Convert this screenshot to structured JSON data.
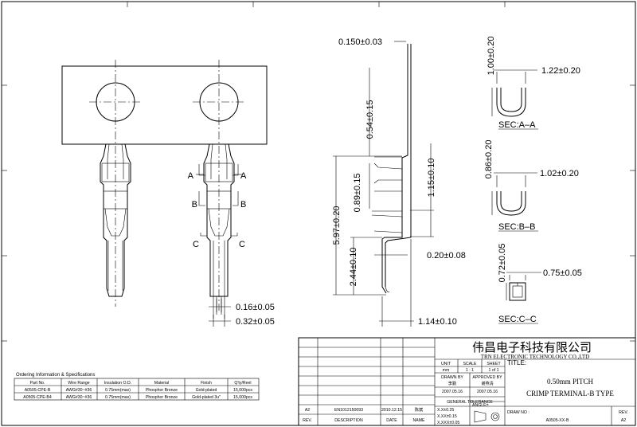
{
  "dimensions": {
    "thickness": "0.150±0.03",
    "upper_len": "0.54±0.15",
    "mid_len": "0.89±0.15",
    "right_len": "1.15±0.10",
    "total_len": "5.97±0.20",
    "lower_len": "2.44±0.10",
    "step": "0.20±0.08",
    "width_bottom": "1.14±0.10",
    "pin_width_a": "0.16±0.05",
    "pin_width_b": "0.32±0.05"
  },
  "section_markers": {
    "a": "A",
    "b": "B",
    "c": "C"
  },
  "sections": [
    {
      "height": "1.00±0.20",
      "width": "1.22±0.20",
      "label": "SEC:A–A"
    },
    {
      "height": "0.86±0.20",
      "width": "1.02±0.20",
      "label": "SEC:B–B"
    },
    {
      "height": "0.72±0.05",
      "width": "0.75±0.05",
      "label": "SEC:C–C"
    }
  ],
  "ordering": {
    "title": "Ordering Information & Specifications",
    "headers": [
      "Part No.",
      "Wire Range",
      "Insulation O.D.",
      "Material",
      "Finish",
      "Q'ty/Reel"
    ],
    "rows": [
      [
        "A0505-CPE-B",
        "AWG#30~#36",
        "0.75mm(max)",
        "Phosphor Bronze",
        "Gold-plated",
        "15,000pcs"
      ],
      [
        "A0505-CPE-B4",
        "AWG#30~#36",
        "0.75mm(max)",
        "Phosphor Bronze",
        "Gold-plated 3u\"",
        "15,000pcs"
      ]
    ]
  },
  "title_block": {
    "company_cn": "伟昌电子科技有限公司",
    "company_en": "TRN ELECTRONIC TECHNOLOGY CO.,LTD",
    "unit_label": "UNIT",
    "unit_value": "mm",
    "scale_label": "SCALE",
    "scale_value": "1 : 1",
    "sheet_label": "SHEET",
    "sheet_value": "1 of 1",
    "title_label": "TITLE:",
    "title_line1": "0.50mm PITCH",
    "title_line2": "CRIMP TERMINAL-B TYPE",
    "drawn_by_label": "DRAWN BY",
    "drawn_by_name": "李勤",
    "drawn_date": "2007.05.16",
    "approved_by_label": "APPROVED BY",
    "approved_by_name": "谢燕清",
    "approved_date": "2007.05.16",
    "general_tolerance": "GENERAL TOLERANCE",
    "tol_1": "X.X±0.25",
    "tol_2": "X.XX±0.15",
    "tol_3": "X.XXX±0.05",
    "angle_tol": "ANGLE±",
    "draw_no_label": "DRAW NO :",
    "draw_no_value": "A0505-XX-B",
    "rev_label": "REV.",
    "rev_value": "A2",
    "rev_rows": [
      {
        "rev": "A2",
        "desc": "EN1012150093",
        "date": "2010.12.15",
        "by": "陈斌"
      }
    ],
    "rev_header": {
      "rev": "REV.",
      "desc": "DESCRIPTION",
      "date": "DATE",
      "by": "NAME"
    }
  }
}
